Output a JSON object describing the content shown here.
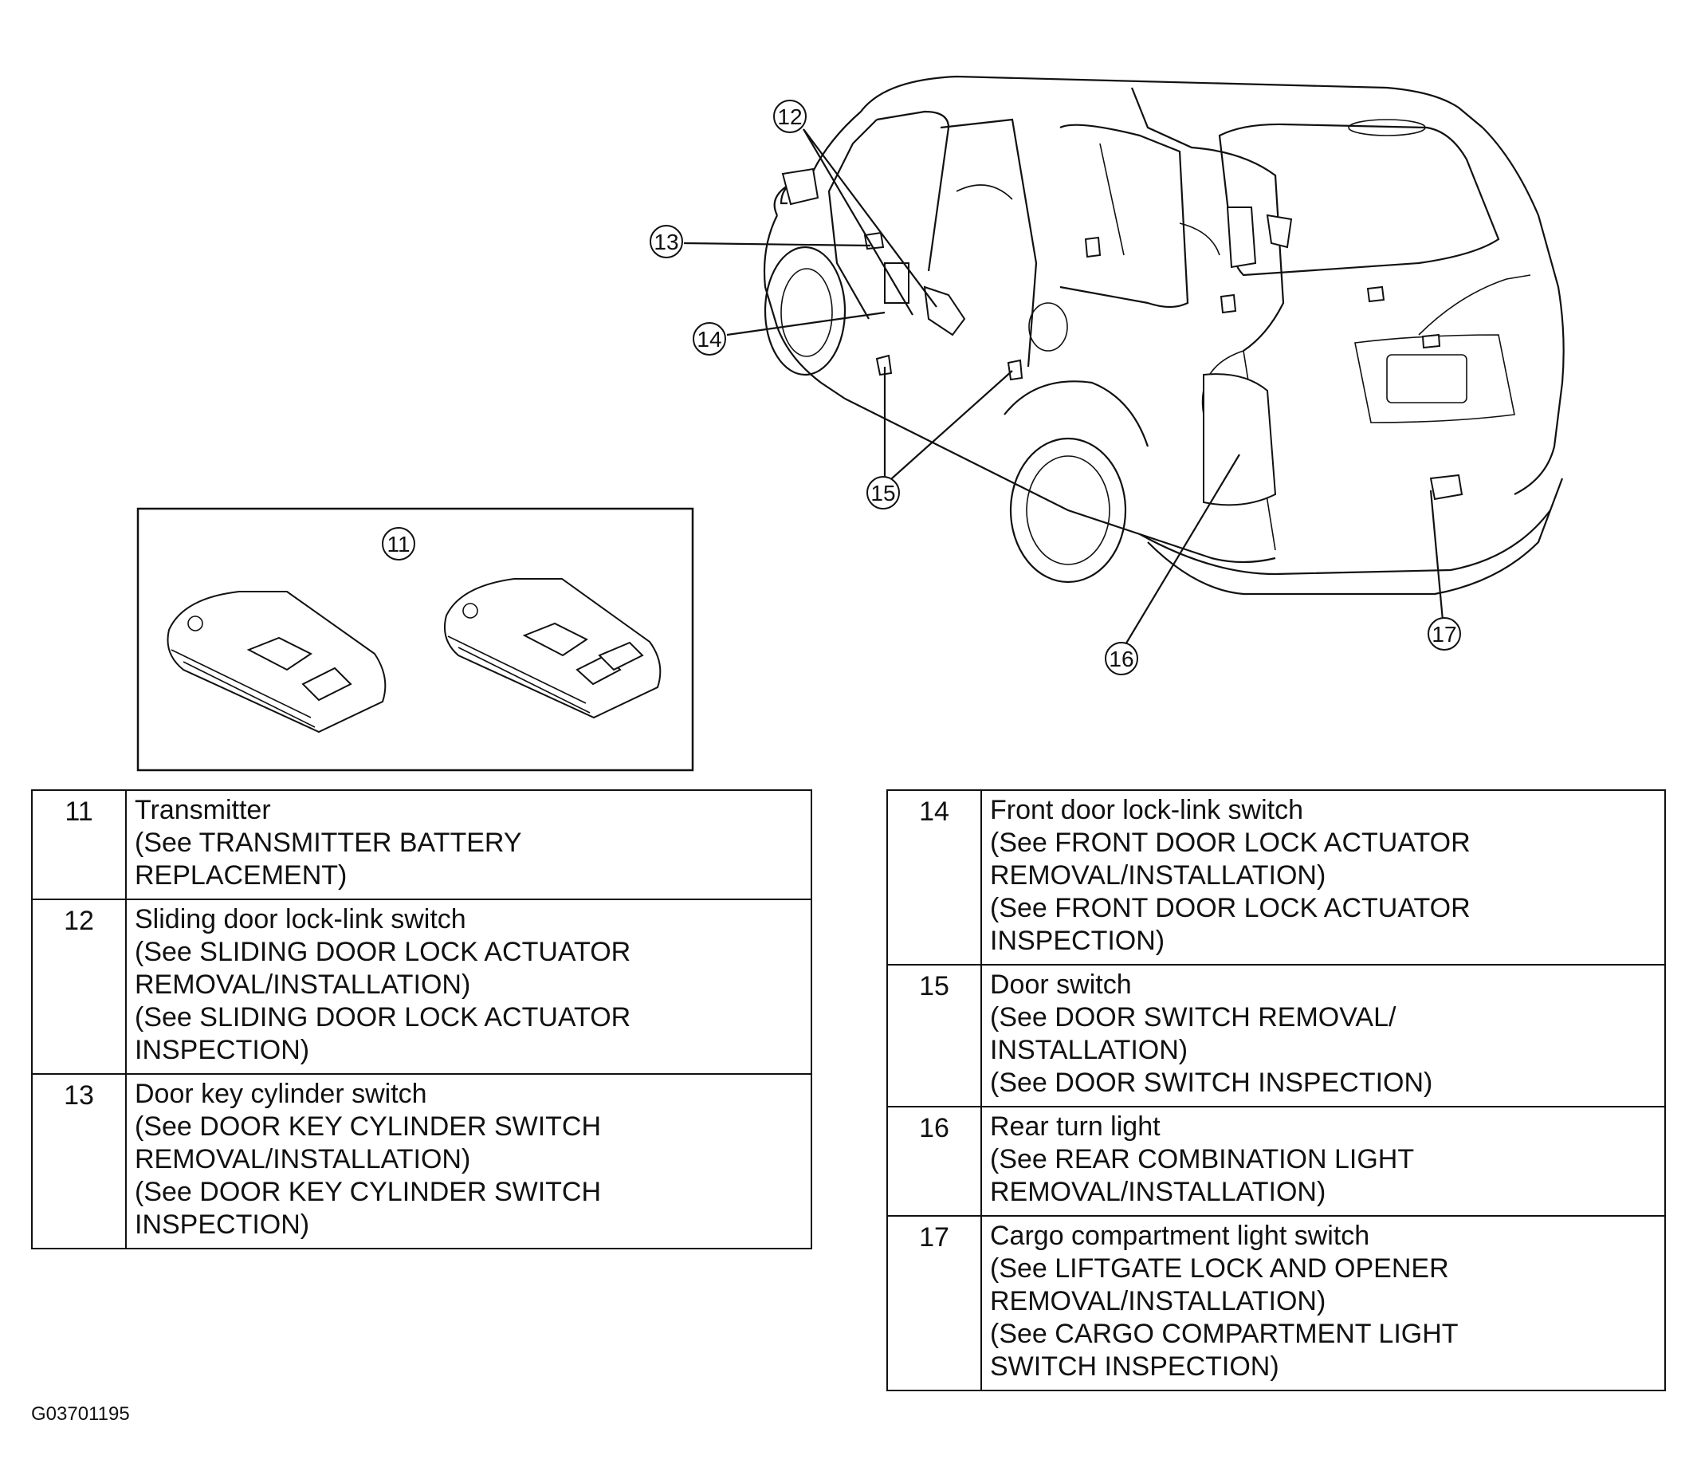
{
  "callouts": [
    "11",
    "12",
    "13",
    "14",
    "15",
    "16",
    "17"
  ],
  "parts_left": [
    {
      "num": "11",
      "name": "Transmitter",
      "refs": [
        "(See TRANSMITTER BATTERY",
        "REPLACEMENT)"
      ]
    },
    {
      "num": "12",
      "name": "Sliding door lock-link switch",
      "refs": [
        "(See SLIDING DOOR LOCK ACTUATOR",
        "REMOVAL/INSTALLATION)",
        "(See SLIDING DOOR LOCK ACTUATOR",
        "INSPECTION)"
      ]
    },
    {
      "num": "13",
      "name": "Door key cylinder switch",
      "refs": [
        "(See DOOR KEY CYLINDER SWITCH",
        "REMOVAL/INSTALLATION)",
        "(See DOOR KEY CYLINDER SWITCH",
        "INSPECTION)"
      ]
    }
  ],
  "parts_right": [
    {
      "num": "14",
      "name": "Front door lock-link switch",
      "refs": [
        "(See FRONT DOOR LOCK ACTUATOR",
        "REMOVAL/INSTALLATION)",
        "(See FRONT DOOR LOCK ACTUATOR",
        "INSPECTION)"
      ]
    },
    {
      "num": "15",
      "name": "Door switch",
      "refs": [
        "(See DOOR SWITCH REMOVAL/",
        "INSTALLATION)",
        "(See DOOR SWITCH INSPECTION)"
      ]
    },
    {
      "num": "16",
      "name": "Rear turn light",
      "refs": [
        "(See REAR COMBINATION LIGHT",
        "REMOVAL/INSTALLATION)"
      ]
    },
    {
      "num": "17",
      "name": "Cargo compartment light switch",
      "refs": [
        "(See LIFTGATE LOCK AND OPENER",
        "REMOVAL/INSTALLATION)",
        "(See CARGO COMPARTMENT LIGHT",
        "SWITCH INSPECTION)"
      ]
    }
  ],
  "figure_code": "G03701195"
}
